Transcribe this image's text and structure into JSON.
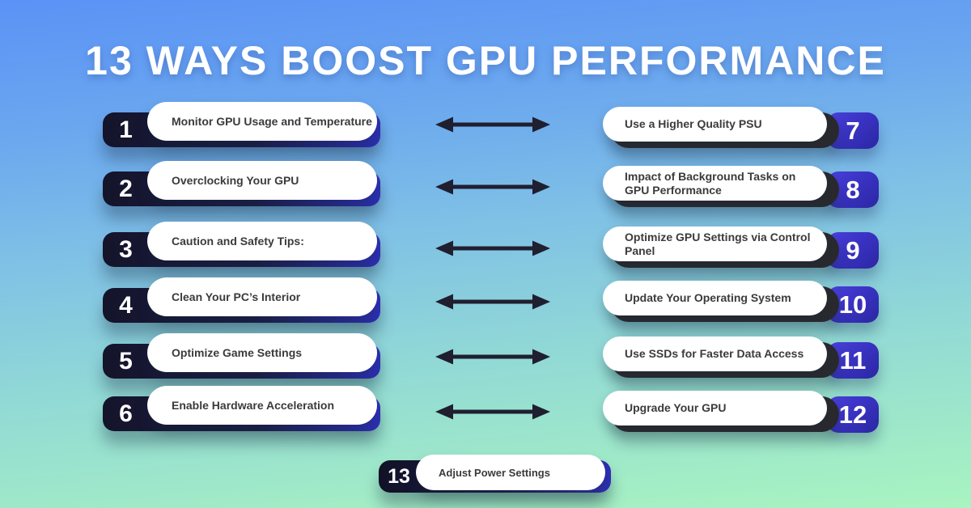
{
  "title": "13 WAYS BOOST GPU PERFORMANCE",
  "left_items": [
    {
      "number": "1",
      "label": "Monitor GPU Usage and Temperature"
    },
    {
      "number": "2",
      "label": "Overclocking Your GPU"
    },
    {
      "number": "3",
      "label": "Caution and Safety Tips:"
    },
    {
      "number": "4",
      "label": "Clean Your PC’s Interior"
    },
    {
      "number": "5",
      "label": "Optimize Game Settings"
    },
    {
      "number": "6",
      "label": "Enable Hardware Acceleration"
    }
  ],
  "right_items": [
    {
      "number": "7",
      "label": "Use a Higher Quality PSU"
    },
    {
      "number": "8",
      "label": "Impact of Background Tasks on GPU Performance"
    },
    {
      "number": "9",
      "label": "Optimize GPU Settings via Control Panel"
    },
    {
      "number": "10",
      "label": "Update Your Operating System"
    },
    {
      "number": "11",
      "label": "Use SSDs for Faster Data Access"
    },
    {
      "number": "12",
      "label": "Upgrade Your GPU"
    }
  ],
  "bottom_item": {
    "number": "13",
    "label": "Adjust Power Settings"
  },
  "colors": {
    "background_top": "#5b92f6",
    "background_middle": "#7fc0e6",
    "background_bottom": "#a9f4c0",
    "number_block_indigo": "#3a33c4",
    "track_dark_navy": "#14142a",
    "charcoal": "#2a2a2e",
    "arrow": "#1f1f30",
    "pill_text": "#3b3b3b",
    "title_text": "#ffffff"
  }
}
